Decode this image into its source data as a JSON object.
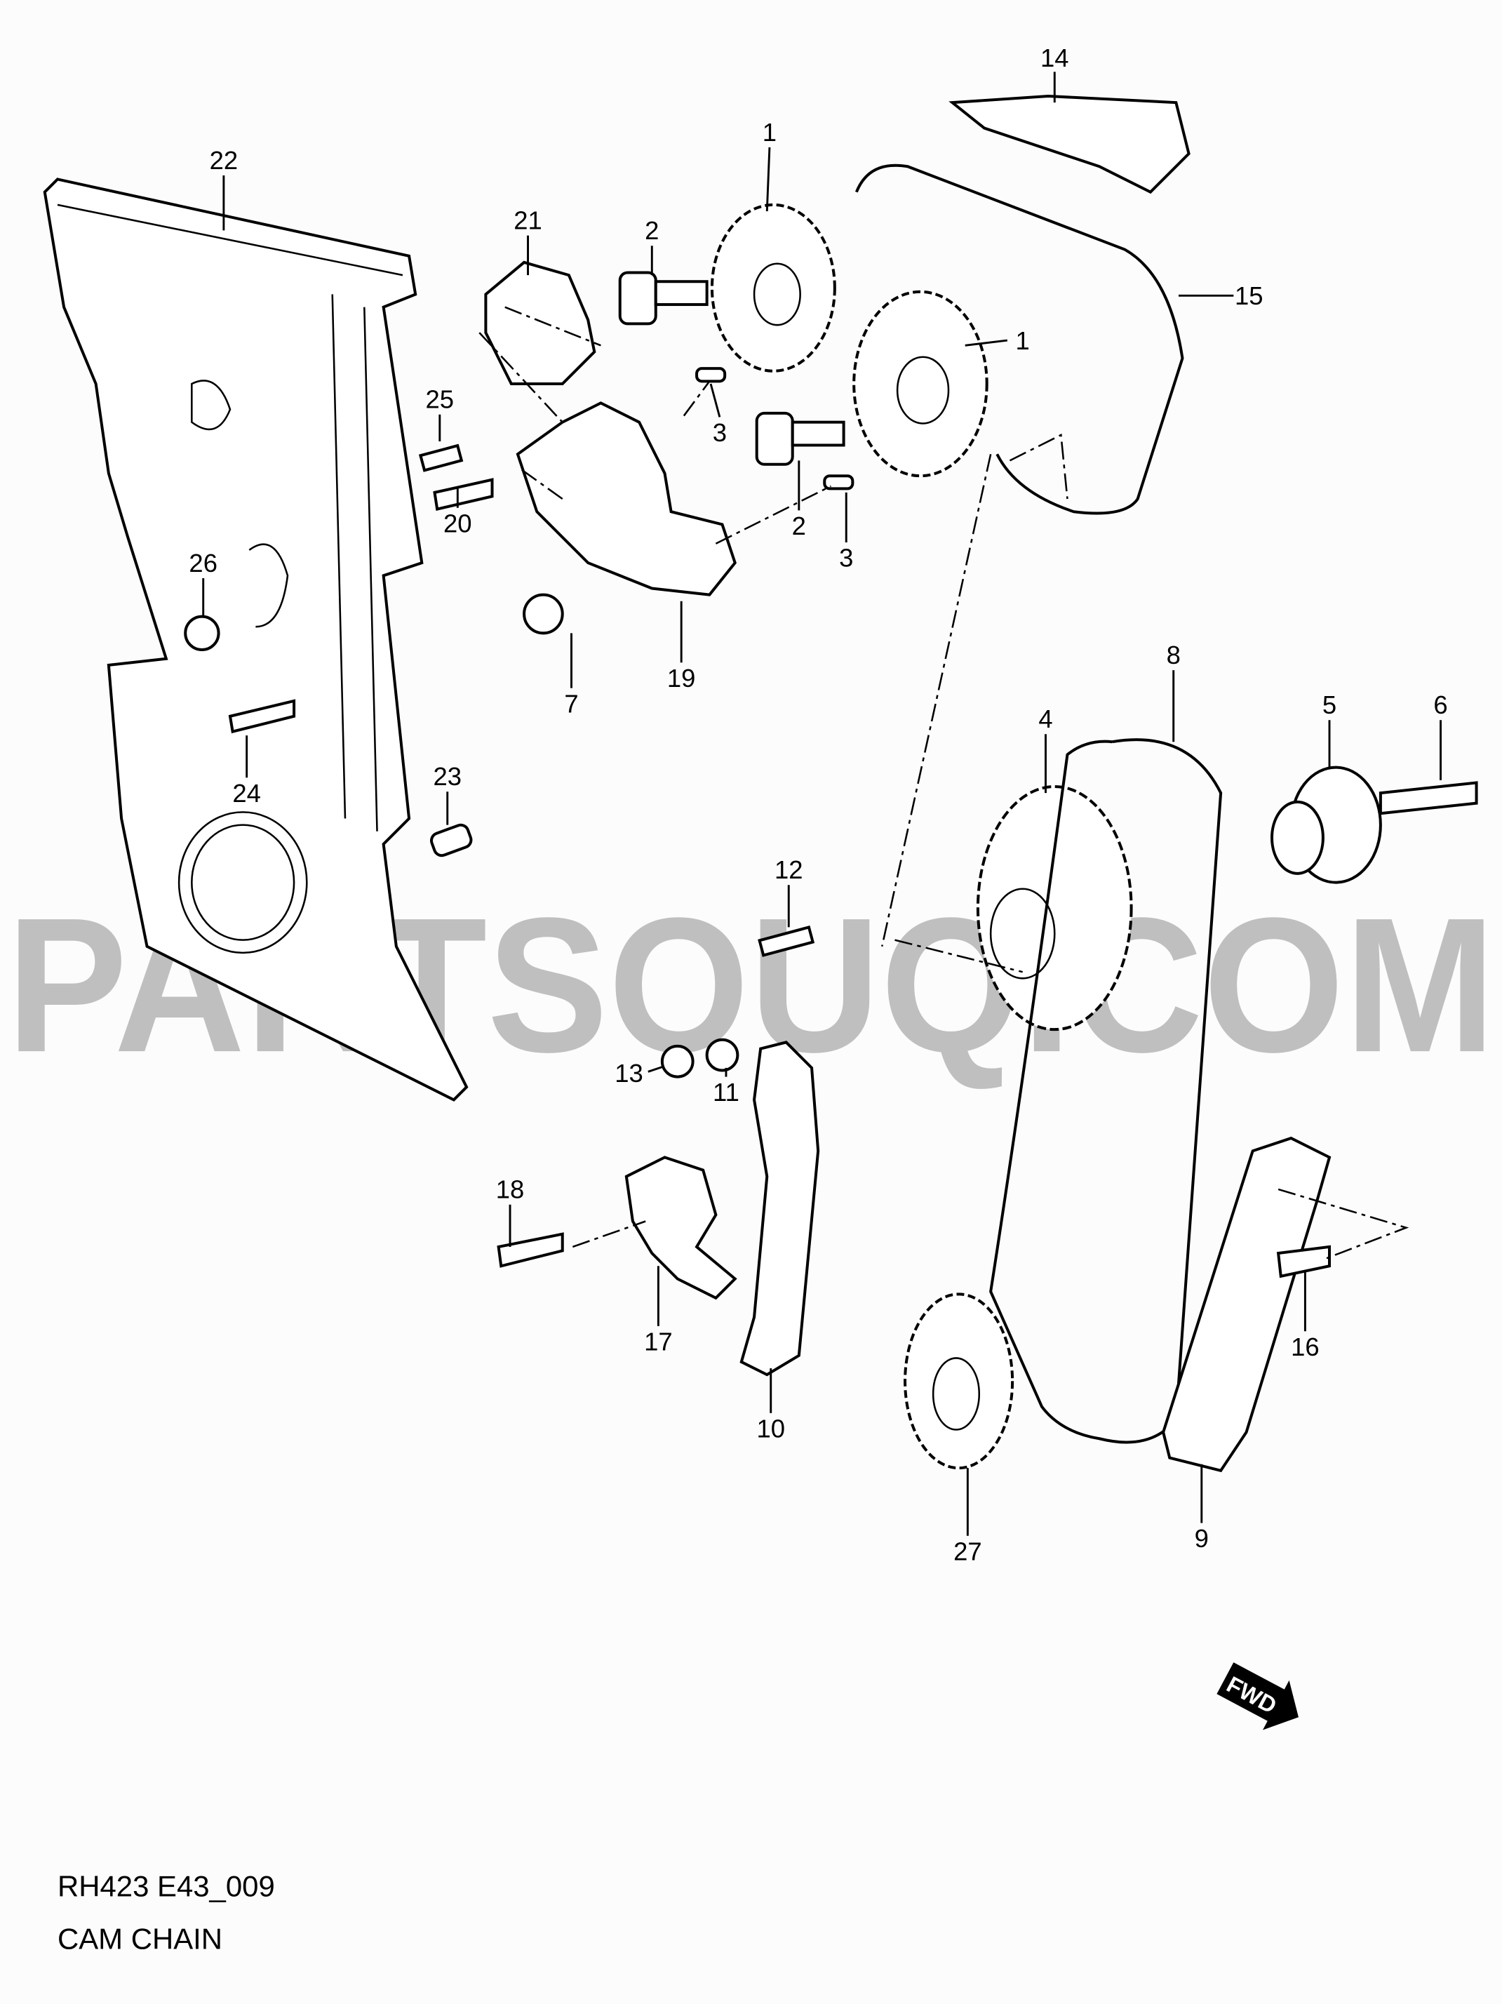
{
  "diagram": {
    "code": "RH423 E43_009",
    "title": "CAM CHAIN",
    "watermark": "PARTSOUQ.COM",
    "fwd_label": "FWD"
  },
  "callouts": {
    "p14": "14",
    "p22": "22",
    "p1a": "1",
    "p2a": "2",
    "p21": "21",
    "p15": "15",
    "p1b": "1",
    "p25": "25",
    "p3a": "3",
    "p20": "20",
    "p2b": "2",
    "p3b": "3",
    "p26": "26",
    "p19": "19",
    "p7": "7",
    "p8": "8",
    "p4": "4",
    "p5": "5",
    "p6": "6",
    "p24": "24",
    "p23": "23",
    "p12": "12",
    "p13": "13",
    "p11": "11",
    "p18": "18",
    "p17": "17",
    "p16": "16",
    "p10": "10",
    "p27": "27",
    "p9": "9"
  }
}
